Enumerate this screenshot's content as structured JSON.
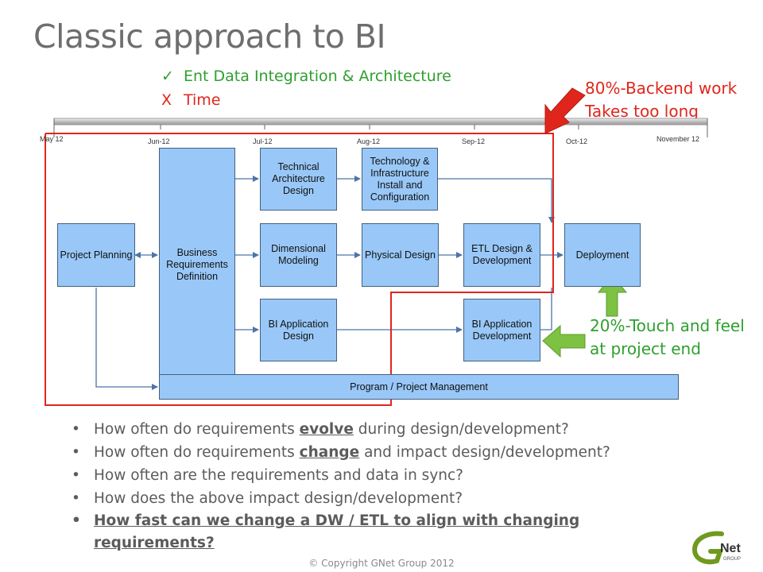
{
  "title": "Classic approach to BI",
  "checks": [
    {
      "mark": "✓",
      "text": "Ent Data Integration & Architecture",
      "color": "#2e9f2e"
    },
    {
      "mark": "X",
      "text": "Time",
      "color": "#e0261c"
    }
  ],
  "callouts": {
    "backend": {
      "line1": "80%-Backend work",
      "line2": "Takes too long",
      "color": "#e0261c"
    },
    "touch": {
      "line1": "20%-Touch and feel",
      "line2": "at project end",
      "color": "#2e9f2e"
    }
  },
  "timeline": {
    "start": "May 12",
    "end": "November 12",
    "months": [
      "Jun-12",
      "Jul-12",
      "Aug-12",
      "Sep-12",
      "Oct-12"
    ]
  },
  "boxes": {
    "project_planning": "Project Planning",
    "business_requirements": "Business Requirements Definition",
    "technical_architecture": "Technical Architecture Design",
    "technology_infrastructure": "Technology & Infrastructure Install and Configuration",
    "dimensional_modeling": "Dimensional Modeling",
    "physical_design": "Physical Design",
    "etl_design": "ETL Design & Development",
    "deployment": "Deployment",
    "bi_app_design": "BI Application Design",
    "bi_app_development": "BI Application Development",
    "program_management": "Program / Project Management"
  },
  "colors": {
    "box_fill": "#99c8f8",
    "box_border": "#44607e",
    "highlight_red": "#e0261c",
    "highlight_green": "#2e9f2e",
    "arrow_green": "#7dc242"
  },
  "bullets": [
    {
      "pre": "How often do requirements ",
      "em": "evolve",
      "post": " during design/development?"
    },
    {
      "pre": "How often do requirements ",
      "em": "change",
      "post": " and impact design/development?"
    },
    {
      "text": "How often are the requirements and data in sync?"
    },
    {
      "text": "How does the above impact design/development?"
    },
    {
      "text": "How fast can we change a DW / ETL to align with changing requirements?"
    }
  ],
  "copyright": "© Copyright GNet Group 2012",
  "logo": {
    "main": "Net",
    "prefix": "G",
    "sub": "GROUP"
  }
}
